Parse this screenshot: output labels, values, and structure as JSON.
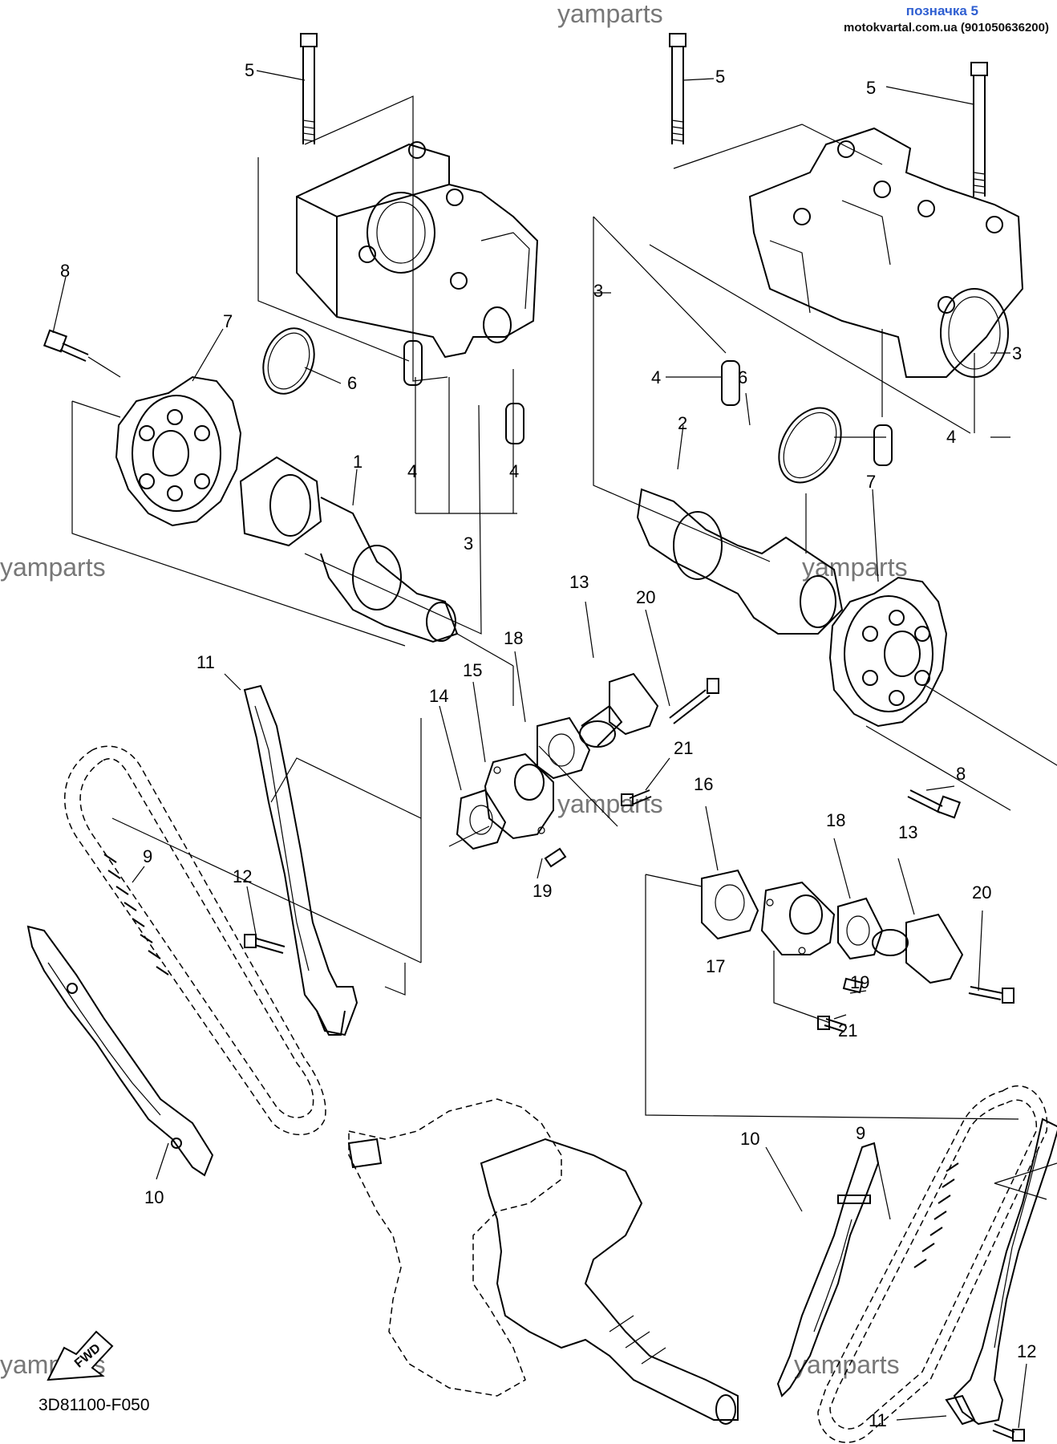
{
  "header": {
    "label": "позначка 5",
    "site": "motokvartal.com.ua (901050636200)"
  },
  "watermark": "yamparts",
  "diagram_code": "3D81100-F050",
  "fwd_label": "FWD",
  "callouts": {
    "n1": "1",
    "n2": "2",
    "n3": "3",
    "n4": "4",
    "n5": "5",
    "n6": "6",
    "n7": "7",
    "n8": "8",
    "n9": "9",
    "n10": "10",
    "n11": "11",
    "n12": "12",
    "n13": "13",
    "n14": "14",
    "n15": "15",
    "n16": "16",
    "n17": "17",
    "n18": "18",
    "n19": "19",
    "n20": "20",
    "n21": "21"
  },
  "colors": {
    "header_label": "#2f5fd1",
    "watermark": "#777777",
    "line": "#000000"
  }
}
